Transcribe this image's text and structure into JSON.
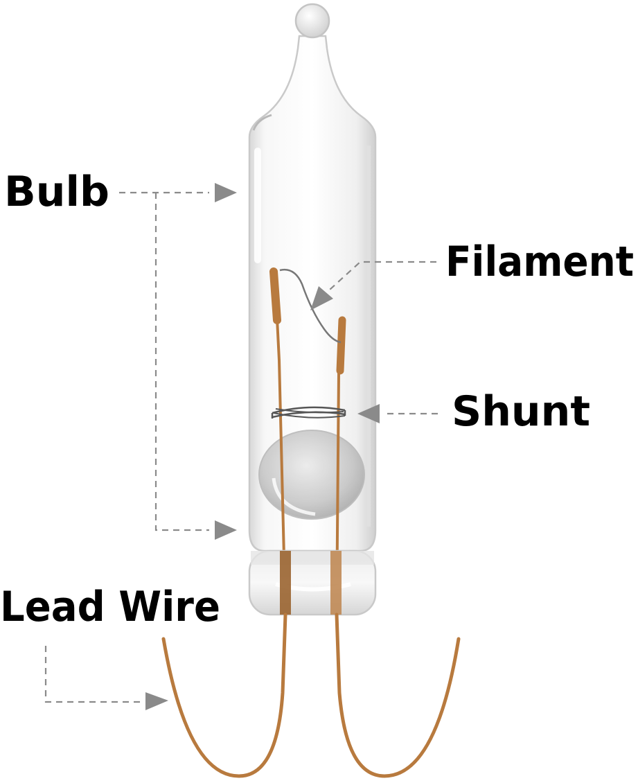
{
  "labels": {
    "bulb": "Bulb",
    "filament": "Filament",
    "shunt": "Shunt",
    "lead_wire": "Lead Wire"
  },
  "colors": {
    "text": "#000000",
    "leader": "#8a8a8a",
    "wire": "#b87a3e",
    "wire_dark": "#9a6430",
    "glass_edge": "#c9c9c9",
    "glass_fill": "#f4f4f4",
    "shunt": "#555555",
    "filament": "#777777"
  }
}
